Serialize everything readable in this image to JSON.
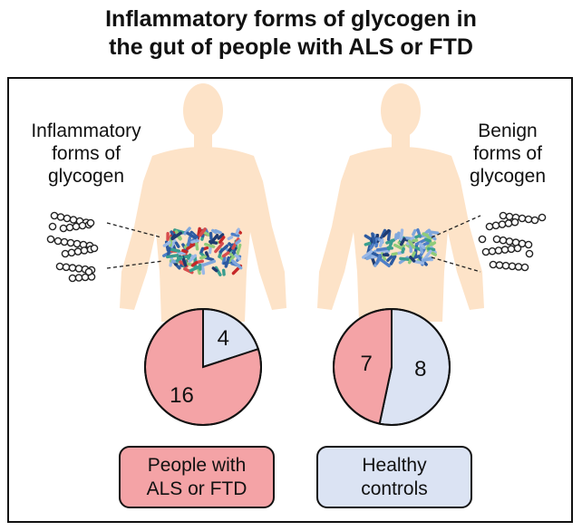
{
  "title": {
    "line1": "Inflammatory forms of glycogen in",
    "line2": "the gut of people with ALS or FTD"
  },
  "left_label": {
    "line1": "Inflammatory",
    "line2": "forms of",
    "line3": "glycogen"
  },
  "right_label": {
    "line1": "Benign",
    "line2": "forms of",
    "line3": "glycogen"
  },
  "groups": {
    "als": {
      "line1": "People with",
      "line2": "ALS or FTD"
    },
    "controls": {
      "line1": "Healthy",
      "line2": "controls"
    }
  },
  "chart_data": [
    {
      "type": "pie",
      "group": "People with ALS or FTD",
      "slices": [
        {
          "value": 16,
          "label": "16",
          "color": "#f4a3a6"
        },
        {
          "value": 4,
          "label": "4",
          "color": "#dbe3f3"
        }
      ]
    },
    {
      "type": "pie",
      "group": "Healthy controls",
      "slices": [
        {
          "value": 7,
          "label": "7",
          "color": "#f4a3a6"
        },
        {
          "value": 8,
          "label": "8",
          "color": "#dbe3f3"
        }
      ]
    }
  ],
  "colors": {
    "body": "#fde3c8",
    "inflammatory": "#f4a3a6",
    "benign": "#dbe3f3",
    "outline": "#111111"
  },
  "icons": [
    "human-silhouette-icon",
    "gut-bacteria-icon",
    "glycogen-chain-icon"
  ]
}
